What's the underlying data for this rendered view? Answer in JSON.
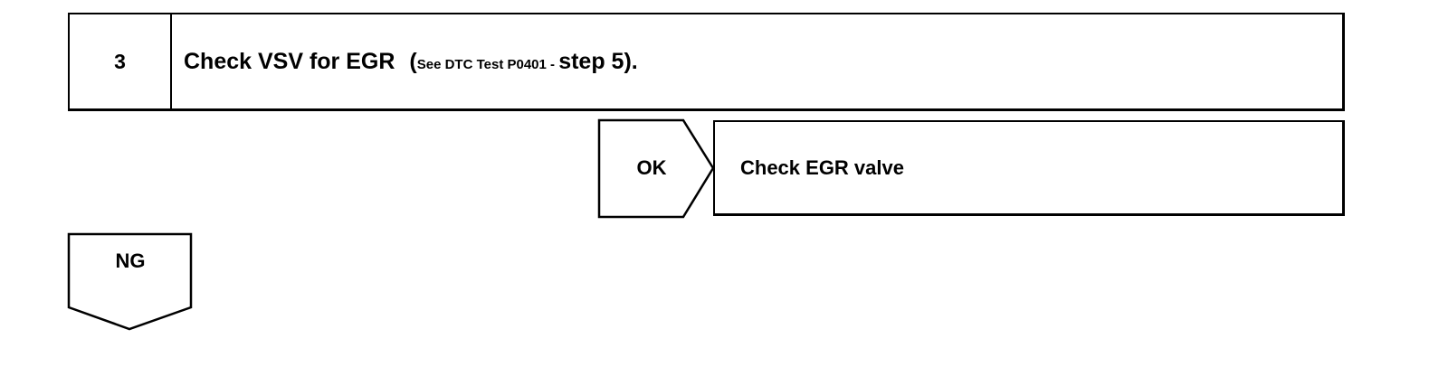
{
  "step": {
    "number": "3",
    "title": "Check VSV for EGR",
    "note_open": "(",
    "note_small": "See DTC Test P0401 - ",
    "note_large": "step 5)."
  },
  "ok_branch": {
    "label": "OK",
    "action": "Check EGR valve"
  },
  "ng_branch": {
    "label": "NG"
  }
}
